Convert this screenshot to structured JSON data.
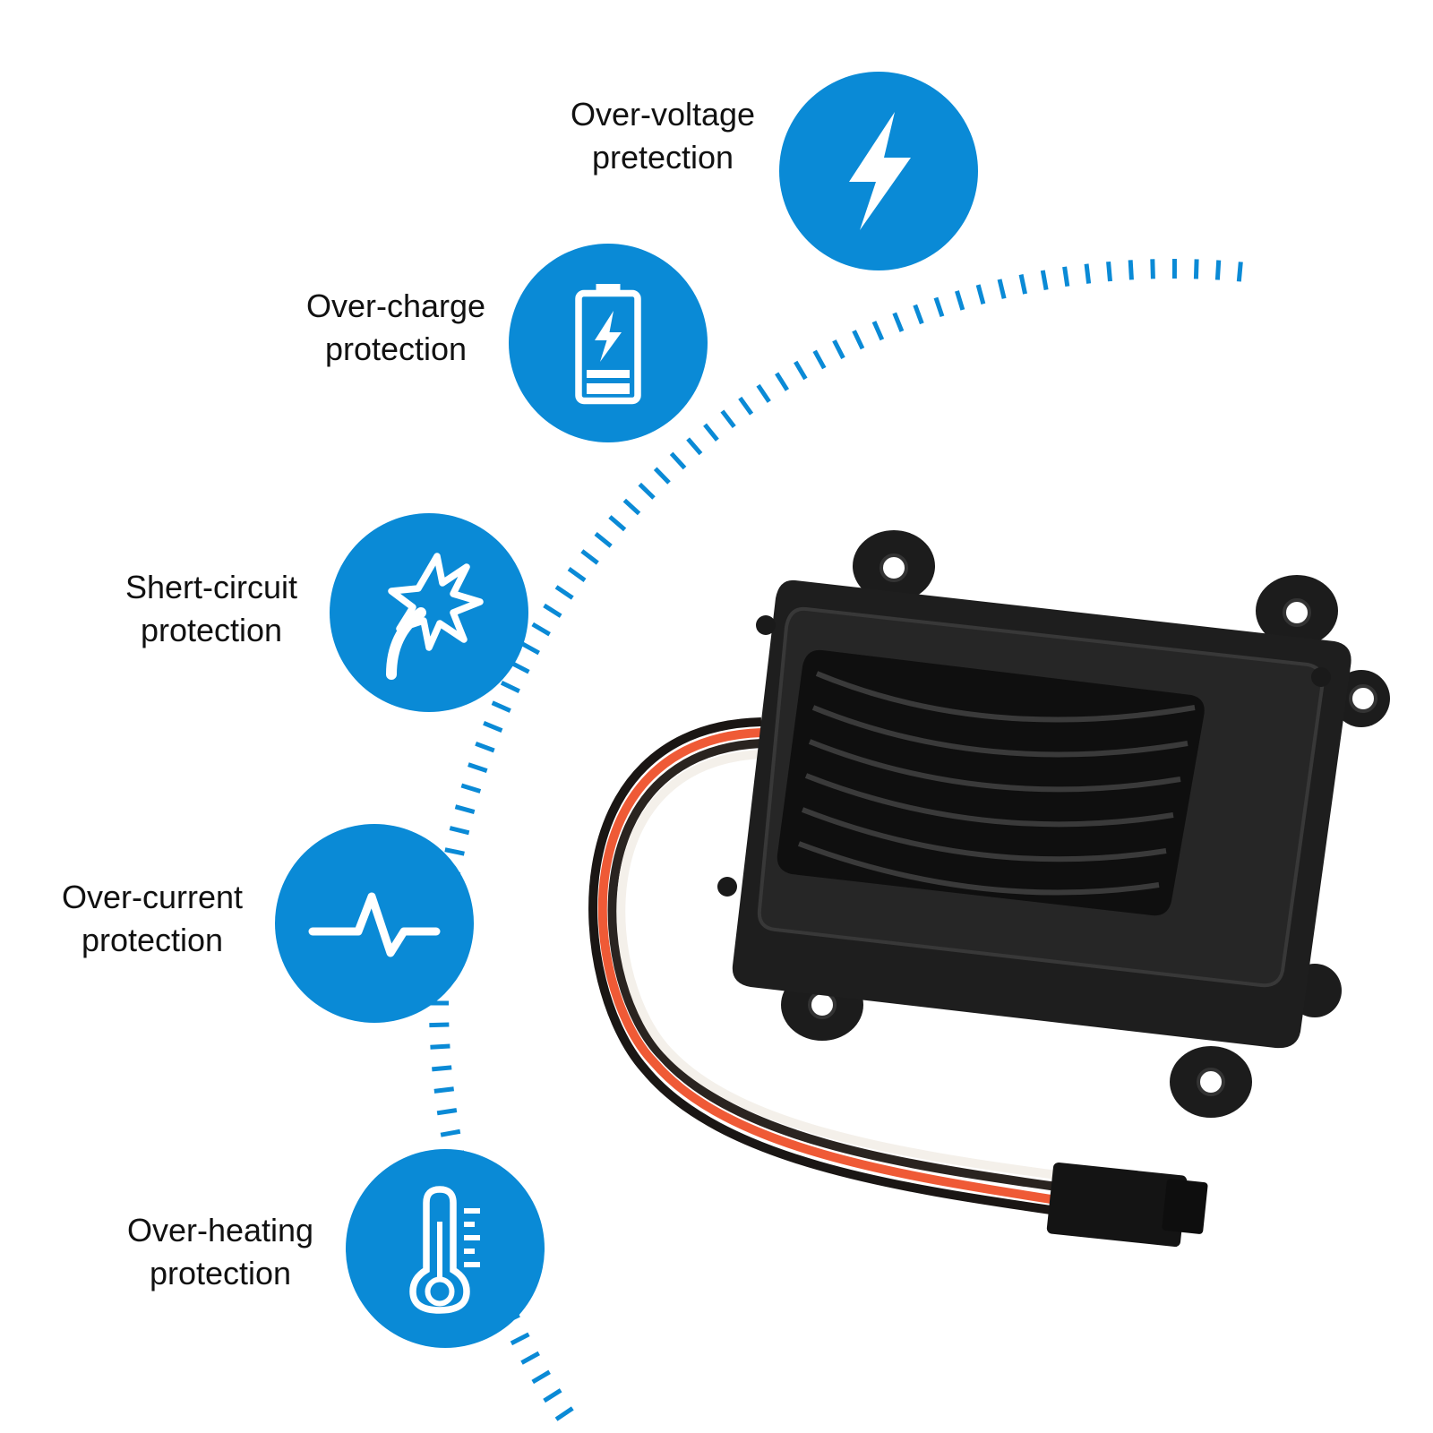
{
  "accent_color": "#0a8ad6",
  "features": [
    {
      "line1": "Over-voltage",
      "line2": "pretection",
      "icon": "lightning-bolt-icon"
    },
    {
      "line1": "Over-charge",
      "line2": "protection",
      "icon": "battery-charging-icon"
    },
    {
      "line1": "Shert-circuit",
      "line2": "protection",
      "icon": "spark-burst-icon"
    },
    {
      "line1": "Over-current",
      "line2": "protection",
      "icon": "pulse-wave-icon"
    },
    {
      "line1": "Over-heating",
      "line2": "protection",
      "icon": "thermometer-icon"
    }
  ]
}
